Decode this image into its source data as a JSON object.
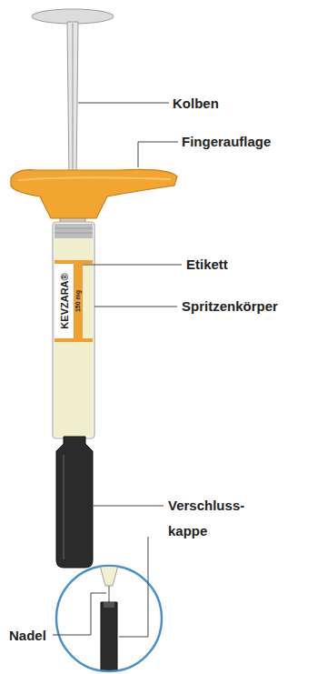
{
  "diagram": {
    "labels": [
      "Kolben",
      "Fingerauflage",
      "Etikett",
      "Spritzenkörper",
      "Verschluss- kappe",
      "Nadel",
      "KEVZARA®",
      "150 mg"
    ]
  }
}
